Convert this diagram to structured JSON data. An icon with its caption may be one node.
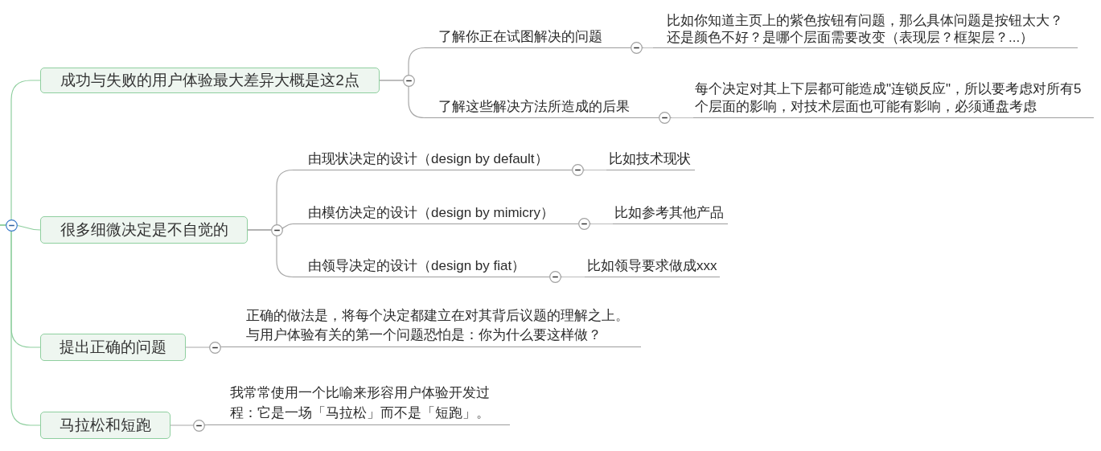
{
  "diagram": {
    "nodes": [
      {
        "text": [
          "成功与失败的用户体验最大差异大概是这2点"
        ]
      },
      {
        "text": [
          "了解你正在试图解决的问题"
        ]
      },
      {
        "text": [
          "比如你知道主页上的紫色按钮有问题，那么具体问题是按钮太大？还是颜色不好？是哪个层面需要改变（表现层？框架层？...）"
        ]
      },
      {
        "text": [
          "了解这些解决方法所造成的后果"
        ]
      },
      {
        "text": [
          "每个决定对其上下层都可能造成\"连锁反应\"，所以要考虑对所有5个层面的影响，对技术层面也可能有影响，必须通盘考虑"
        ]
      },
      {
        "text": [
          "很多细微决定是不自觉的"
        ]
      },
      {
        "text": [
          "由现状决定的设计（design by default）"
        ]
      },
      {
        "text": [
          "比如技术现状"
        ]
      },
      {
        "text": [
          "由模仿决定的设计（design by mimicry）"
        ]
      },
      {
        "text": [
          "比如参考其他产品"
        ]
      },
      {
        "text": [
          "由领导决定的设计（design by fiat）"
        ]
      },
      {
        "text": [
          "比如领导要求做成xxx"
        ]
      },
      {
        "text": [
          "提出正确的问题"
        ]
      },
      {
        "text": [
          "正确的做法是，将每个决定都建立在对其背后议题的理解之上。与用户体验有关的第一个问题恐怕是：你为什么要这样做？"
        ]
      },
      {
        "text": [
          "马拉松和短跑"
        ]
      },
      {
        "text": [
          "我常常使用一个比喻来形容用户体验开发过程：它是一场「马拉松」而不是「短跑」。"
        ]
      }
    ],
    "edges": [
      {
        "from": null,
        "to": 0,
        "arrow": "none",
        "color": "#8fcf9f"
      },
      {
        "from": 0,
        "to": 1,
        "arrow": "none"
      },
      {
        "from": 1,
        "to": 2,
        "arrow": "none",
        "color": "#c4c4c4"
      },
      {
        "from": 0,
        "to": 3,
        "arrow": "none"
      },
      {
        "from": 3,
        "to": 4,
        "arrow": "none",
        "color": "#c4c4c4"
      },
      {
        "from": null,
        "to": 5,
        "arrow": "none",
        "color": "#8fcf9f"
      },
      {
        "from": 5,
        "to": 6,
        "arrow": "none"
      },
      {
        "from": 6,
        "to": 7,
        "arrow": "none",
        "color": "#c4c4c4"
      },
      {
        "from": 5,
        "to": 8,
        "arrow": "none"
      },
      {
        "from": 8,
        "to": 9,
        "arrow": "none",
        "color": "#c4c4c4"
      },
      {
        "from": 5,
        "to": 10,
        "arrow": "none"
      },
      {
        "from": 10,
        "to": 11,
        "arrow": "none",
        "color": "#c4c4c4"
      },
      {
        "from": null,
        "to": 12,
        "arrow": "none",
        "color": "#8fcf9f"
      },
      {
        "from": 12,
        "to": 13,
        "arrow": "none"
      },
      {
        "from": null,
        "to": 14,
        "arrow": "none",
        "color": "#8fcf9f"
      },
      {
        "from": 14,
        "to": 15,
        "arrow": "none"
      }
    ]
  }
}
